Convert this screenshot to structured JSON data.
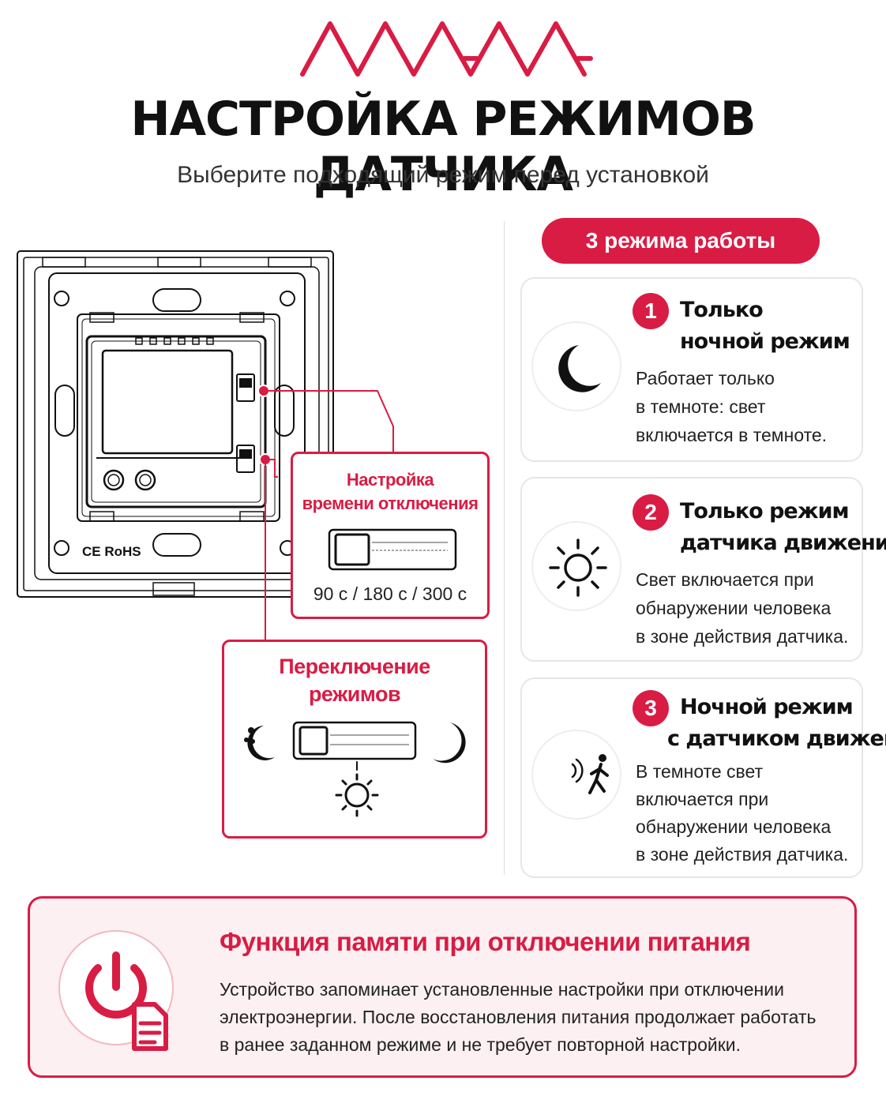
{
  "brand": {
    "logo_text": "MVAVA",
    "accent_color": "#d91c44"
  },
  "header": {
    "title": "НАСТРОЙКА РЕЖИМОВ ДАТЧИКА",
    "subtitle": "Выберите подходящий режим перед установкой"
  },
  "device": {
    "marking": "CE RoHS",
    "callout_timer": {
      "title_line1": "Настройка",
      "title_line2": "времени отключения",
      "times": "90 с / 180 с / 300 с"
    },
    "callout_mode": {
      "title_line1": "Переключение",
      "title_line2": "режимов",
      "icons": [
        "moon-stars-icon",
        "sun-icon",
        "moon-icon"
      ]
    }
  },
  "modes": {
    "badge": "3 режима работы",
    "items": [
      {
        "number": "1",
        "title_line1": "Только",
        "title_line2": "ночной режим",
        "desc": [
          "Работает только",
          "в темноте: свет",
          "включается в темноте."
        ],
        "icon": "moon-icon"
      },
      {
        "number": "2",
        "title_line1": "Только режим",
        "title_line2": "датчика движения",
        "desc": [
          "Свет включается при",
          "обнаружении человека",
          "в зоне действия датчика."
        ],
        "icon": "sun-icon"
      },
      {
        "number": "3",
        "title_line1": "Ночной режим",
        "title_line2": "с датчиком движения",
        "desc": [
          "В темноте свет",
          "включается при",
          "обнаружении человека",
          "в зоне действия датчика."
        ],
        "icon": "moon-motion-icon"
      }
    ]
  },
  "memory": {
    "title": "Функция памяти при отключении питания",
    "desc": [
      "Устройство запоминает установленные настройки при отключении",
      "электроэнергии. После восстановления питания продолжает работать",
      "в ранее заданном режиме и не требует повторной настройки."
    ],
    "icon": "power-document-icon"
  }
}
